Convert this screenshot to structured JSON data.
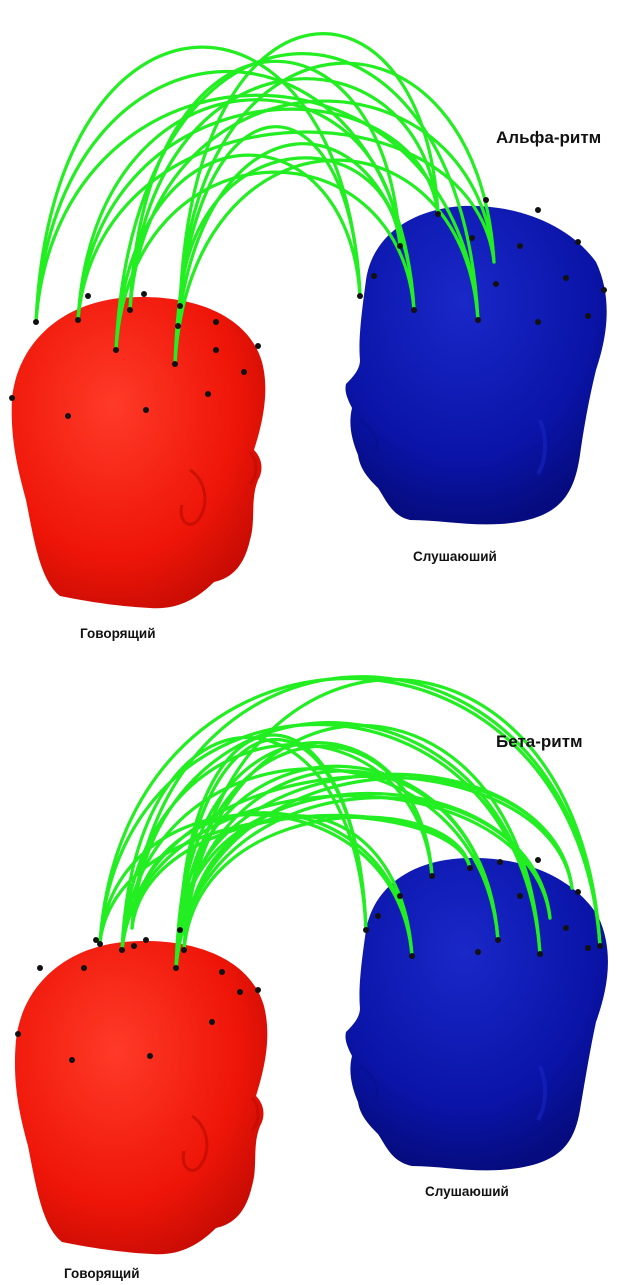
{
  "panels": [
    {
      "rhythm": "Альфа-ритм",
      "speaker": "Говорящий",
      "listener": "Слушаюший"
    },
    {
      "rhythm": "Бета-ритм",
      "speaker": "Говорящий",
      "listener": "Слушаюший"
    }
  ],
  "colors": {
    "speaker_head": "#ff1a10",
    "listener_head": "#0a14a8",
    "connection": "#22ee22",
    "electrode": "#111111"
  },
  "icons": {
    "speaker": "red-head-icon",
    "listener": "blue-head-icon"
  }
}
